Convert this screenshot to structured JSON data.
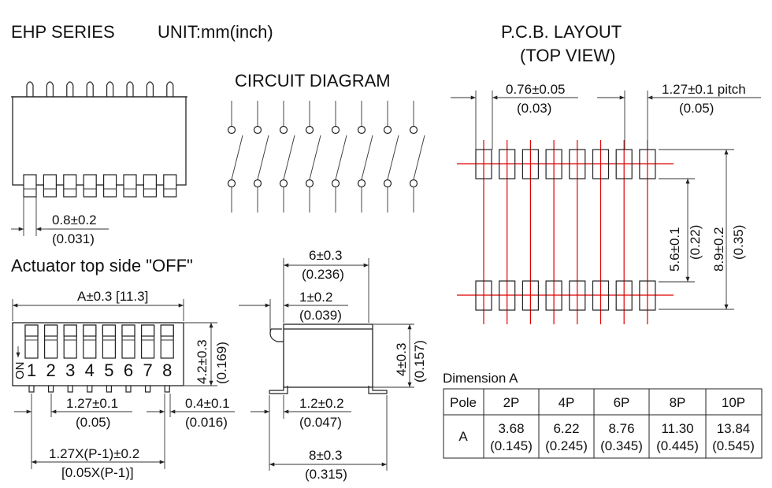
{
  "header": {
    "series": "EHP SERIES",
    "unit": "UNIT:mm(inch)"
  },
  "circuit": {
    "title": "CIRCUIT DIAGRAM"
  },
  "pcb": {
    "title_line1": "P.C.B. LAYOUT",
    "title_line2": "(TOP VIEW)",
    "pad_width": "0.76±0.05",
    "pad_width_in": "(0.03)",
    "pitch": "1.27±0.1 pitch",
    "pitch_in": "(0.05)",
    "inner": "5.6±0.1",
    "inner_in": "(0.22)",
    "outer": "8.9±0.2",
    "outer_in": "(0.35)"
  },
  "front_view": {
    "pin_width": "0.8±0.2",
    "pin_width_in": "(0.031)"
  },
  "top_view": {
    "caption": "Actuator top side \"OFF\"",
    "length": "A±0.3 [11.3]",
    "on_label": "ON",
    "switch_numbers": [
      "1",
      "2",
      "3",
      "4",
      "5",
      "6",
      "7",
      "8"
    ],
    "height": "4.2±0.3",
    "height_in": "(0.169)",
    "pitch": "1.27±0.1",
    "pitch_in": "(0.05)",
    "edge": "0.4±0.1",
    "edge_in": "(0.016)",
    "span": "1.27X(P-1)±0.2",
    "span_in": "[0.05X(P-1)]"
  },
  "side_view": {
    "width": "6±0.3",
    "width_in": "(0.236)",
    "lever": "1±0.2",
    "lever_in": "(0.039)",
    "height": "4±0.3",
    "height_in": "(0.157)",
    "foot": "1.2±0.2",
    "foot_in": "(0.047)",
    "overall": "8±0.3",
    "overall_in": "(0.315)"
  },
  "dimension_table": {
    "title": "Dimension A",
    "header_label": "Pole",
    "row_label": "A",
    "columns": [
      {
        "pole": "2P",
        "mm": "3.68",
        "inch": "(0.145)"
      },
      {
        "pole": "4P",
        "mm": "6.22",
        "inch": "(0.245)"
      },
      {
        "pole": "6P",
        "mm": "8.76",
        "inch": "(0.345)"
      },
      {
        "pole": "8P",
        "mm": "11.30",
        "inch": "(0.445)"
      },
      {
        "pole": "10P",
        "mm": "13.84",
        "inch": "(0.545)"
      }
    ]
  }
}
